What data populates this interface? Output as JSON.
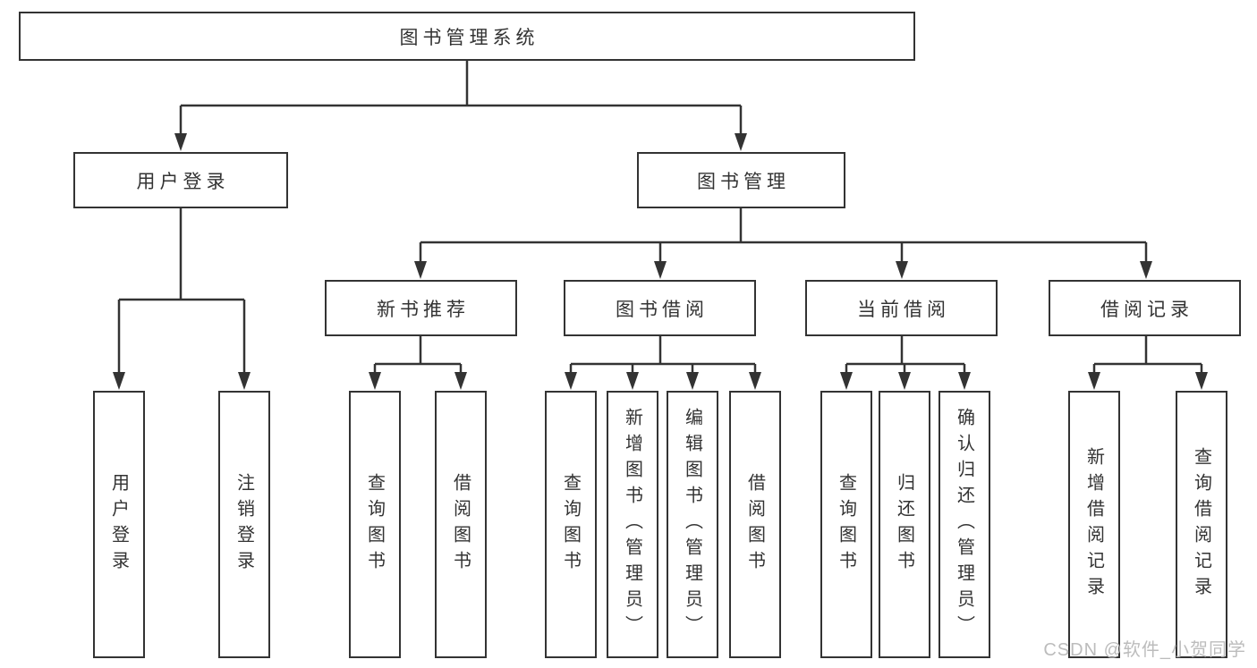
{
  "root": {
    "label": "图书管理系统"
  },
  "level2": [
    {
      "label": "用户登录"
    },
    {
      "label": "图书管理"
    }
  ],
  "level3": [
    {
      "label": "新书推荐"
    },
    {
      "label": "图书借阅"
    },
    {
      "label": "当前借阅"
    },
    {
      "label": "借阅记录"
    }
  ],
  "leaves": [
    {
      "label": "用户登录"
    },
    {
      "label": "注销登录"
    },
    {
      "label": "查询图书"
    },
    {
      "label": "借阅图书"
    },
    {
      "label": "查询图书"
    },
    {
      "label": "新增图书（管理员）"
    },
    {
      "label": "编辑图书（管理员）"
    },
    {
      "label": "借阅图书"
    },
    {
      "label": "查询图书"
    },
    {
      "label": "归还图书"
    },
    {
      "label": "确认归还（管理员）"
    },
    {
      "label": "新增借阅记录"
    },
    {
      "label": "查询借阅记录"
    }
  ],
  "watermark": {
    "label": "CSDN @软件_小贺同学"
  },
  "colors": {
    "line": "#333333",
    "box_border": "#333333",
    "text": "#333333",
    "watermark": "#b9b9b9",
    "background": "#ffffff"
  }
}
